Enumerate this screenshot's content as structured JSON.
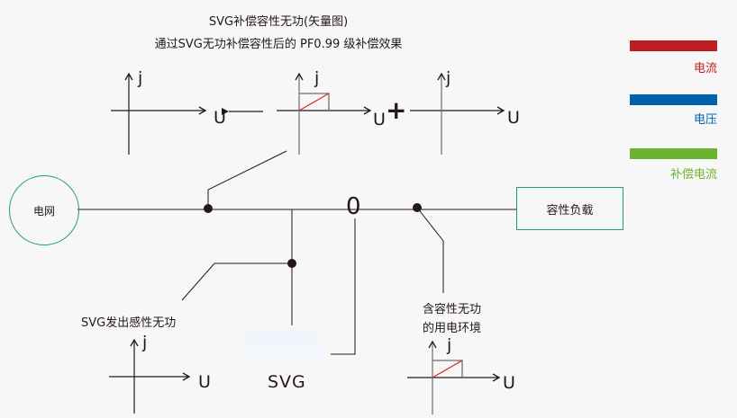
{
  "title": {
    "line1": "SVG补偿容性无功(矢量图)",
    "line2": "通过SVG无功补偿容性后的 PF0.99 级补偿效果"
  },
  "legend": {
    "items": [
      {
        "label": "电流",
        "color": "#be1e23"
      },
      {
        "label": "电压",
        "color": "#0062ac"
      },
      {
        "label": "补偿电流",
        "color": "#6ab42e"
      }
    ]
  },
  "nodes": {
    "grid": "电网",
    "load": "容性负载",
    "svg_device": "SVG",
    "zero_point": "0"
  },
  "annotations": {
    "svg_inductive": "SVG发出感性无功",
    "capacitive_env_line1": "含容性无功",
    "capacitive_env_line2": "的用电环境"
  },
  "vector_plots": {
    "axis_j": "j",
    "axis_u": "U",
    "plus_sign": "+",
    "arrow_left": "←"
  },
  "colors": {
    "current": "#be1e23",
    "voltage": "#0062ac",
    "compensation": "#6ab42e",
    "node_border": "#1aa260",
    "line": "#231815"
  }
}
